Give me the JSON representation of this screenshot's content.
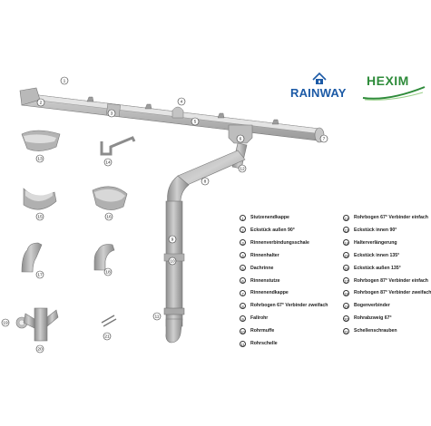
{
  "brands": {
    "rainway": "RAINWAY",
    "hexim": "HEXIM"
  },
  "legend_left": [
    {
      "num": "1",
      "label": "Stutzenendkappe"
    },
    {
      "num": "2",
      "label": "Eckstück außen 90°"
    },
    {
      "num": "3",
      "label": "Rinnenverbindungsschale"
    },
    {
      "num": "4",
      "label": "Rinnenhalter"
    },
    {
      "num": "5",
      "label": "Dachrinne"
    },
    {
      "num": "6",
      "label": "Rinnenstutze"
    },
    {
      "num": "7",
      "label": "Rinnenendkappe"
    },
    {
      "num": "8",
      "label": "Rohrbogen 67° Verbinder zweifach"
    },
    {
      "num": "9",
      "label": "Fallrohr"
    },
    {
      "num": "10",
      "label": "Rohrmuffe"
    },
    {
      "num": "11",
      "label": "Rohrschelle"
    }
  ],
  "legend_right": [
    {
      "num": "12",
      "label": "Rohrbogen 67° Verbinder einfach"
    },
    {
      "num": "13",
      "label": "Eckstück innen 90°"
    },
    {
      "num": "14",
      "label": "Halterverlängerung"
    },
    {
      "num": "15",
      "label": "Eckstück innen 135°"
    },
    {
      "num": "16",
      "label": "Eckstück außen 135°"
    },
    {
      "num": "17",
      "label": "Rohrbogen 87° Verbinder einfach"
    },
    {
      "num": "18",
      "label": "Rohrbogen 87° Verbinder zweifach"
    },
    {
      "num": "19",
      "label": "Bogenverbinder"
    },
    {
      "num": "20",
      "label": "Rohrabzweig 67°"
    },
    {
      "num": "21",
      "label": "Schellenschrauben"
    }
  ],
  "callouts": [
    "1",
    "2",
    "3",
    "4",
    "5",
    "6",
    "7",
    "8",
    "9",
    "10",
    "11",
    "12",
    "13",
    "14",
    "15",
    "16",
    "17",
    "18",
    "19",
    "20",
    "21"
  ]
}
